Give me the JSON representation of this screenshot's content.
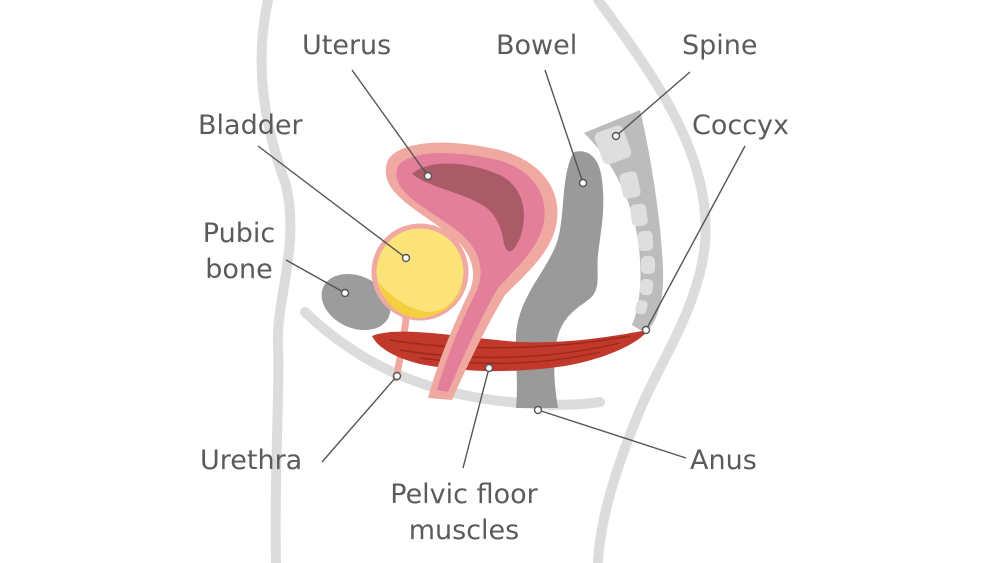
{
  "labels": {
    "uterus": "Uterus",
    "bowel": "Bowel",
    "spine": "Spine",
    "bladder": "Bladder",
    "coccyx": "Coccyx",
    "pubic_bone_line1": "Pubic",
    "pubic_bone_line2": "bone",
    "urethra": "Urethra",
    "pelvic_floor_line1": "Pelvic floor",
    "pelvic_floor_line2": "muscles",
    "anus": "Anus"
  },
  "colors": {
    "body_outline": "#dcdcdc",
    "uterus_outer": "#f0a9a1",
    "uterus_inner": "#e37f9a",
    "uterus_cavity": "#a95b68",
    "bladder_fill": "#fbe37a",
    "bladder_urine": "#f6cf3f",
    "bladder_edge": "#f0a9a1",
    "pubic_bone": "#9c9c9c",
    "bowel": "#9a9a9a",
    "spine": "#bcbcbc",
    "vertebra": "#dedede",
    "muscle": "#c0392b",
    "muscle_stripe": "#8f2219",
    "leader_line": "#555555",
    "label_text": "#5b5b5b"
  }
}
